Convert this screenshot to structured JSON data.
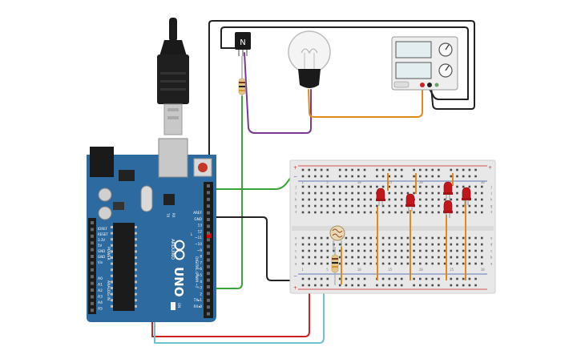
{
  "arduino": {
    "brand": "ARDUINO",
    "model": "UNO",
    "label_digital": "DIGITAL (PWM ~)",
    "label_analog": "ANALOG IN",
    "label_power": "POWER",
    "label_tx": "TX",
    "label_rx": "RX",
    "label_on": "ON",
    "label_l": "L",
    "pins_top": [
      "AREF",
      "GND",
      "13",
      "12",
      "~11",
      "~10",
      "~9",
      "8",
      "7",
      "~6",
      "~5",
      "4",
      "~3",
      "2",
      "TX▸1",
      "RX◂0"
    ],
    "pins_power": [
      "IOREF",
      "RESET",
      "3.3V",
      "5V",
      "GND",
      "GND",
      "Vin"
    ],
    "pins_analog": [
      "A0",
      "A1",
      "A2",
      "A3",
      "A4",
      "A5"
    ]
  },
  "transistor": {
    "label": "N"
  },
  "breadboard": {
    "rows": [
      "a",
      "b",
      "c",
      "d",
      "e",
      "f",
      "g",
      "h",
      "i",
      "j"
    ],
    "column_numbers": [
      "1",
      "5",
      "10",
      "15",
      "20",
      "25",
      "30"
    ],
    "plus": "+",
    "minus": "−"
  },
  "colors": {
    "board": "#2d6aa0",
    "wire_green": "#3aa33a",
    "wire_black": "#222222",
    "wire_red": "#cc2222",
    "wire_purple": "#7b3a96",
    "wire_orange": "#e08a1e",
    "wire_cyan": "#6fc3d0",
    "led_red": "#c0161c"
  }
}
